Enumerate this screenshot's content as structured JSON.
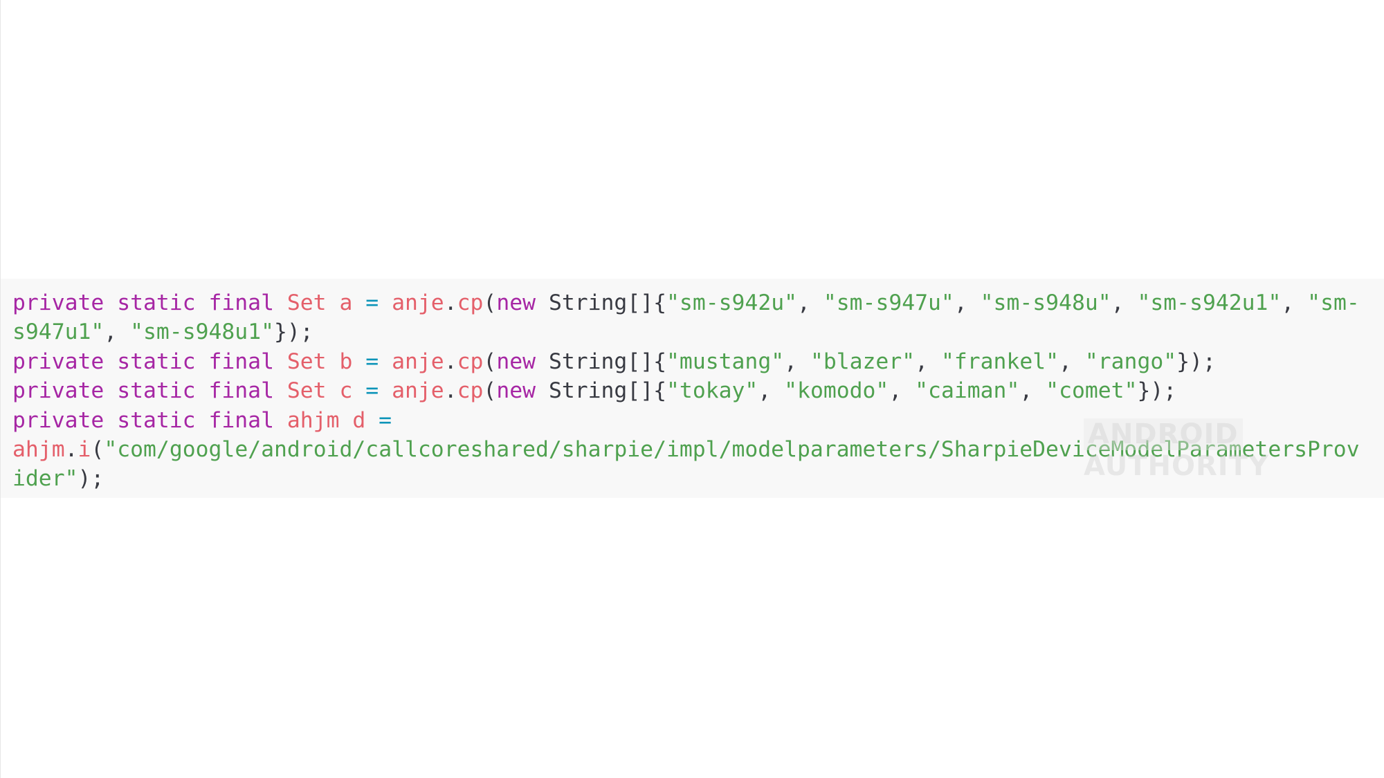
{
  "colors": {
    "background": "#f8f8f8",
    "keyword": "#a626a4",
    "type": "#e45f6a",
    "operator": "#0c94b8",
    "string": "#4fa14f",
    "punctuation": "#383a42"
  },
  "code": {
    "lines": [
      [
        {
          "t": "private static final ",
          "c": "kw"
        },
        {
          "t": "Set a ",
          "c": "ty"
        },
        {
          "t": "= ",
          "c": "op"
        },
        {
          "t": "anje",
          "c": "ty"
        },
        {
          "t": ".",
          "c": "pn"
        },
        {
          "t": "cp",
          "c": "ty"
        },
        {
          "t": "(",
          "c": "pn"
        },
        {
          "t": "new ",
          "c": "kw"
        },
        {
          "t": "String[]{",
          "c": "pn"
        },
        {
          "t": "\"sm-s942u\"",
          "c": "str"
        },
        {
          "t": ", ",
          "c": "pn"
        },
        {
          "t": "\"sm-s947u\"",
          "c": "str"
        },
        {
          "t": ", ",
          "c": "pn"
        },
        {
          "t": "\"sm-s948u\"",
          "c": "str"
        },
        {
          "t": ", ",
          "c": "pn"
        },
        {
          "t": "\"sm-s942u1\"",
          "c": "str"
        },
        {
          "t": ", ",
          "c": "pn"
        },
        {
          "t": "\"sm-",
          "c": "str"
        }
      ],
      [
        {
          "t": "s947u1\"",
          "c": "str"
        },
        {
          "t": ", ",
          "c": "pn"
        },
        {
          "t": "\"sm-s948u1\"",
          "c": "str"
        },
        {
          "t": "});",
          "c": "pn"
        }
      ],
      [
        {
          "t": "private static final ",
          "c": "kw"
        },
        {
          "t": "Set b ",
          "c": "ty"
        },
        {
          "t": "= ",
          "c": "op"
        },
        {
          "t": "anje",
          "c": "ty"
        },
        {
          "t": ".",
          "c": "pn"
        },
        {
          "t": "cp",
          "c": "ty"
        },
        {
          "t": "(",
          "c": "pn"
        },
        {
          "t": "new ",
          "c": "kw"
        },
        {
          "t": "String[]{",
          "c": "pn"
        },
        {
          "t": "\"mustang\"",
          "c": "str"
        },
        {
          "t": ", ",
          "c": "pn"
        },
        {
          "t": "\"blazer\"",
          "c": "str"
        },
        {
          "t": ", ",
          "c": "pn"
        },
        {
          "t": "\"frankel\"",
          "c": "str"
        },
        {
          "t": ", ",
          "c": "pn"
        },
        {
          "t": "\"rango\"",
          "c": "str"
        },
        {
          "t": "});",
          "c": "pn"
        }
      ],
      [
        {
          "t": "private static final ",
          "c": "kw"
        },
        {
          "t": "Set c ",
          "c": "ty"
        },
        {
          "t": "= ",
          "c": "op"
        },
        {
          "t": "anje",
          "c": "ty"
        },
        {
          "t": ".",
          "c": "pn"
        },
        {
          "t": "cp",
          "c": "ty"
        },
        {
          "t": "(",
          "c": "pn"
        },
        {
          "t": "new ",
          "c": "kw"
        },
        {
          "t": "String[]{",
          "c": "pn"
        },
        {
          "t": "\"tokay\"",
          "c": "str"
        },
        {
          "t": ", ",
          "c": "pn"
        },
        {
          "t": "\"komodo\"",
          "c": "str"
        },
        {
          "t": ", ",
          "c": "pn"
        },
        {
          "t": "\"caiman\"",
          "c": "str"
        },
        {
          "t": ", ",
          "c": "pn"
        },
        {
          "t": "\"comet\"",
          "c": "str"
        },
        {
          "t": "});",
          "c": "pn"
        }
      ],
      [
        {
          "t": "private static final ",
          "c": "kw"
        },
        {
          "t": "ahjm d ",
          "c": "ty"
        },
        {
          "t": "=",
          "c": "op"
        }
      ],
      [
        {
          "t": "ahjm",
          "c": "ty"
        },
        {
          "t": ".",
          "c": "pn"
        },
        {
          "t": "i",
          "c": "ty"
        },
        {
          "t": "(",
          "c": "pn"
        },
        {
          "t": "\"com/google/android/callcoreshared/sharpie/impl/modelparameters/SharpieDeviceModelParametersProv",
          "c": "str"
        }
      ],
      [
        {
          "t": "ider\"",
          "c": "str"
        },
        {
          "t": ");",
          "c": "pn"
        }
      ]
    ]
  },
  "watermark": {
    "part1": "ANDROID",
    "part2": "AUTHORITY"
  }
}
